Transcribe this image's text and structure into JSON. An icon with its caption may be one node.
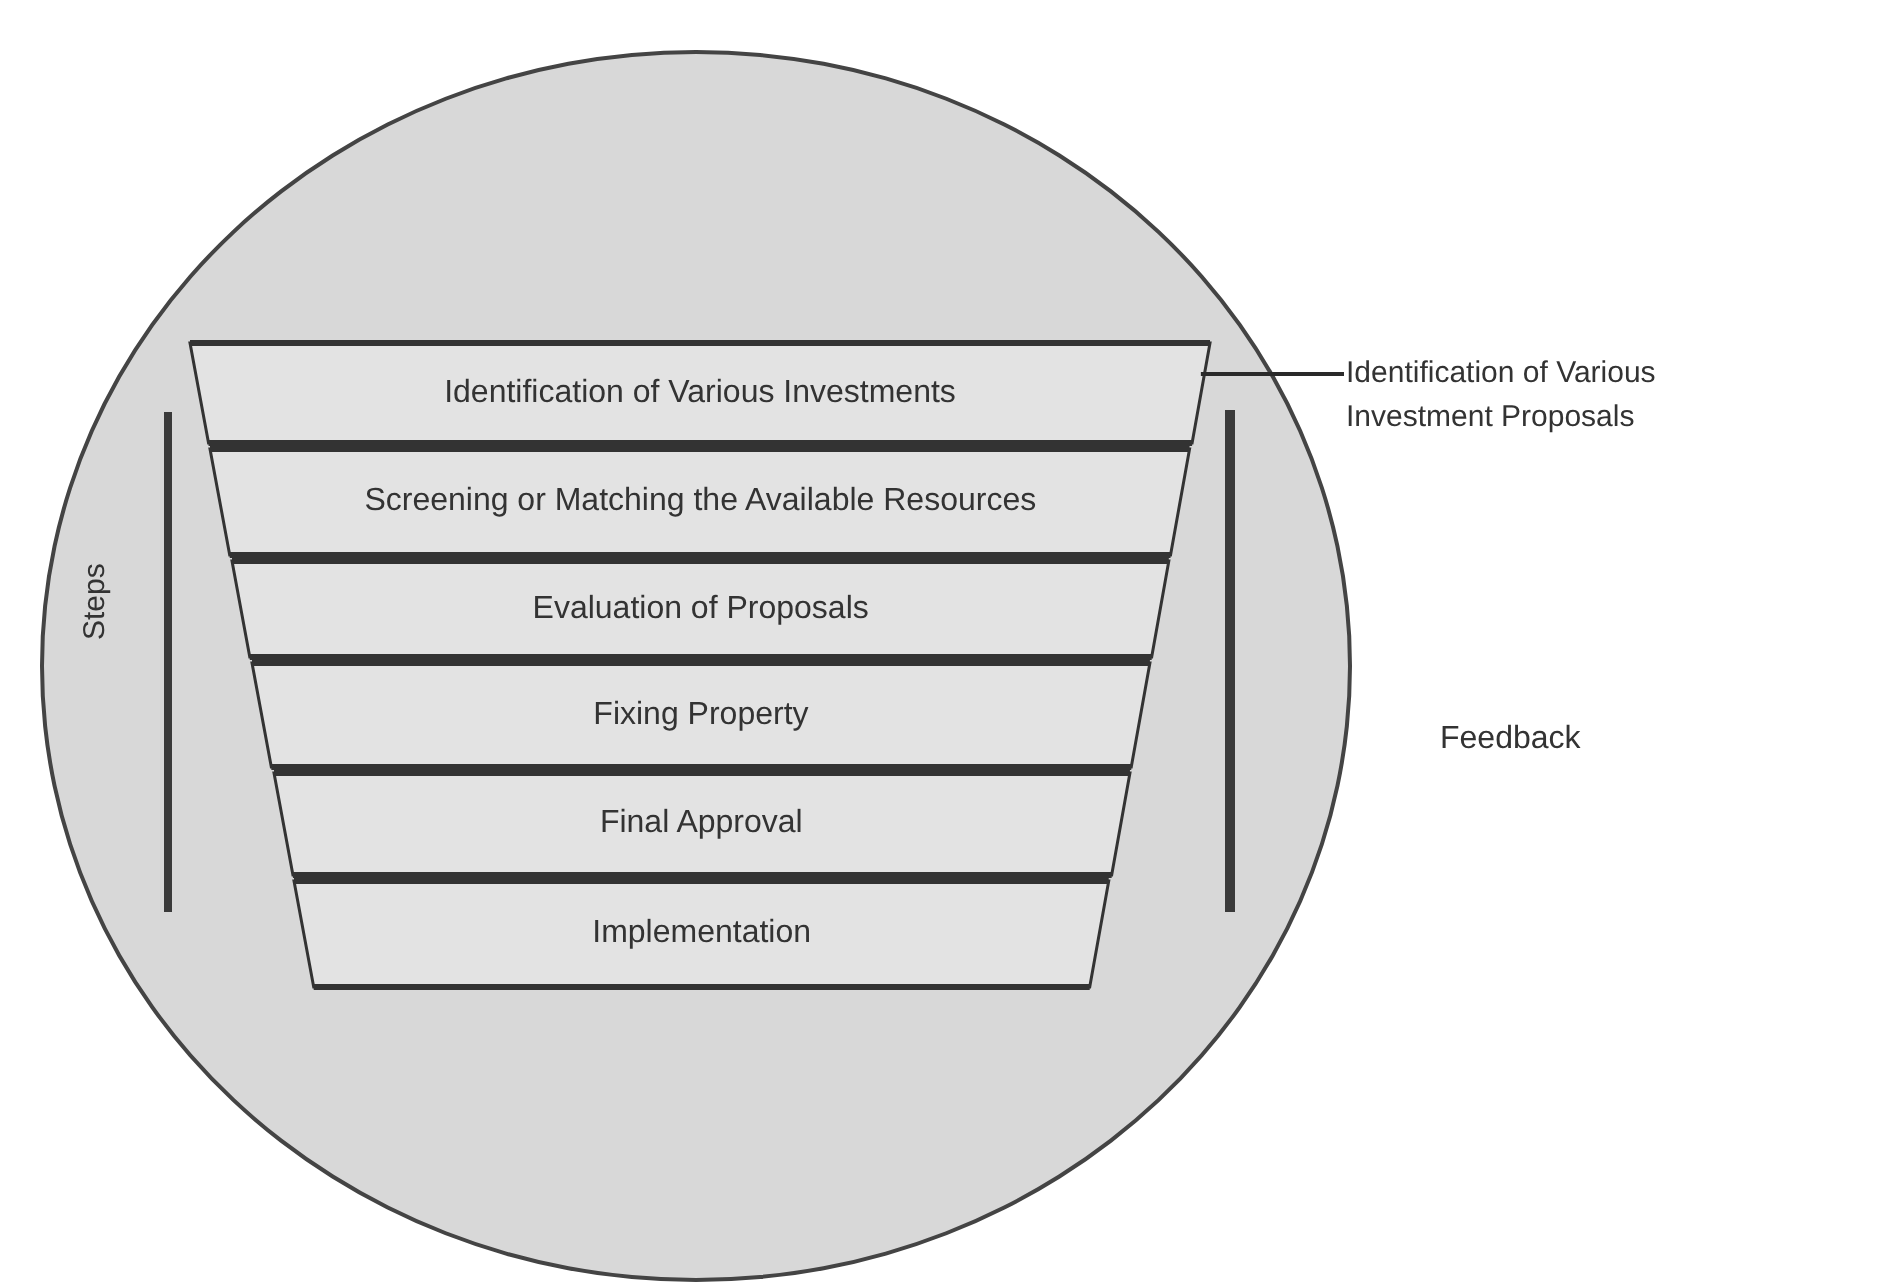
{
  "diagram": {
    "nodes": [
      {
        "text": [],
        "shape": "circle"
      },
      {
        "text": [
          "Identification of Various Investments"
        ],
        "in": 0
      },
      {
        "text": [
          "Screening or Matching the Available Resources"
        ],
        "in": 0
      },
      {
        "text": [
          "Evaluation of Proposals"
        ],
        "in": 0
      },
      {
        "text": [
          "Fixing Property"
        ],
        "in": 0
      },
      {
        "text": [
          "Final Approval"
        ],
        "in": 0
      },
      {
        "text": [
          "Implementation"
        ],
        "in": 0
      },
      {
        "text": [
          "Identification of Various Investment Proposals"
        ]
      }
    ],
    "edges": [
      {
        "from": 7,
        "to": 1,
        "arrow": "none"
      }
    ],
    "labels": [
      "Steps",
      "Feedback"
    ]
  }
}
